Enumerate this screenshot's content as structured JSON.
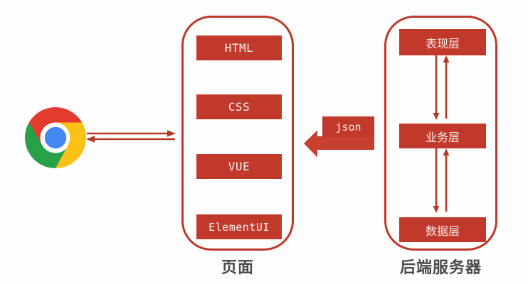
{
  "browser": {
    "icon": "chrome-icon"
  },
  "page_panel": {
    "caption": "页面",
    "layers": [
      "HTML",
      "CSS",
      "VUE",
      "ElementUI"
    ]
  },
  "backend_panel": {
    "caption": "后端服务器",
    "layers": [
      "表现层",
      "业务层",
      "数据层"
    ]
  },
  "json_arrow": {
    "label": "json"
  },
  "colors": {
    "primary_red": "#c0392b",
    "panel_border_red": "#bb3a2a",
    "thin_arrow_red": "#b5382a",
    "big_arrow_red": "#c7402d",
    "caption_gray": "#4a4a4a",
    "box_text": "#f7efec",
    "chrome_red": "#e33b2e",
    "chrome_yellow": "#fbc116",
    "chrome_green": "#27a04a",
    "chrome_blue": "#4688f1"
  }
}
